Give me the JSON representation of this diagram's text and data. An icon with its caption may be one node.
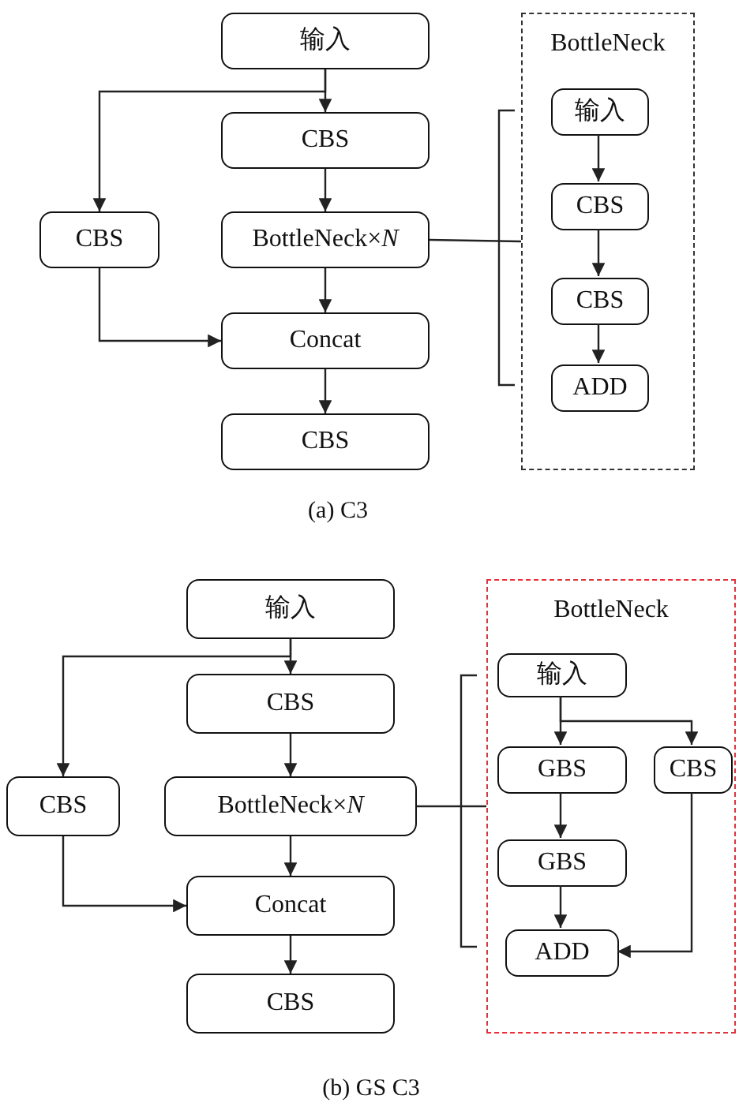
{
  "diagram": {
    "nodes": [
      {
        "text": [
          "输入"
        ]
      },
      {
        "text": [
          "CBS"
        ]
      },
      {
        "text": [
          "CBS"
        ]
      },
      {
        "text": [
          "BottleNeck×*N*"
        ]
      },
      {
        "text": [
          "Concat"
        ]
      },
      {
        "text": [
          "CBS"
        ]
      },
      {
        "text": [
          "BottleNeck"
        ]
      },
      {
        "text": [
          "输入"
        ],
        "in": 6
      },
      {
        "text": [
          "CBS"
        ],
        "in": 6
      },
      {
        "text": [
          "CBS"
        ],
        "in": 6
      },
      {
        "text": [
          "ADD"
        ],
        "in": 6
      },
      {
        "text": [
          "输入"
        ]
      },
      {
        "text": [
          "CBS"
        ]
      },
      {
        "text": [
          "CBS"
        ]
      },
      {
        "text": [
          "BottleNeck×*N*"
        ]
      },
      {
        "text": [
          "Concat"
        ]
      },
      {
        "text": [
          "CBS"
        ]
      },
      {
        "text": [
          "BottleNeck"
        ]
      },
      {
        "text": [
          "输入"
        ],
        "in": 17
      },
      {
        "text": [
          "GBS"
        ],
        "in": 17
      },
      {
        "text": [
          "CBS"
        ],
        "in": 17
      },
      {
        "text": [
          "GBS"
        ],
        "in": 17
      },
      {
        "text": [
          "ADD"
        ],
        "in": 17
      }
    ],
    "edges": [
      {
        "from": 0,
        "to": 1,
        "arrow": "to"
      },
      {
        "from": 0,
        "to": 2,
        "arrow": "to"
      },
      {
        "from": 1,
        "to": 3,
        "arrow": "to"
      },
      {
        "from": 2,
        "to": 4,
        "arrow": "to"
      },
      {
        "from": 3,
        "to": 4,
        "arrow": "to"
      },
      {
        "from": 4,
        "to": 5,
        "arrow": "to"
      },
      {
        "from": 3,
        "to": 6,
        "arrow": "none"
      },
      {
        "from": 7,
        "to": 8,
        "arrow": "to"
      },
      {
        "from": 8,
        "to": 9,
        "arrow": "to"
      },
      {
        "from": 9,
        "to": 10,
        "arrow": "to"
      },
      {
        "from": 11,
        "to": 12,
        "arrow": "to"
      },
      {
        "from": 11,
        "to": 13,
        "arrow": "to"
      },
      {
        "from": 12,
        "to": 14,
        "arrow": "to"
      },
      {
        "from": 13,
        "to": 15,
        "arrow": "to"
      },
      {
        "from": 14,
        "to": 15,
        "arrow": "to"
      },
      {
        "from": 15,
        "to": 16,
        "arrow": "to"
      },
      {
        "from": 14,
        "to": 17,
        "arrow": "none"
      },
      {
        "from": 18,
        "to": 19,
        "arrow": "to"
      },
      {
        "from": 18,
        "to": 20,
        "arrow": "to"
      },
      {
        "from": 19,
        "to": 21,
        "arrow": "to"
      },
      {
        "from": 21,
        "to": 22,
        "arrow": "to"
      },
      {
        "from": 20,
        "to": 22,
        "arrow": "to"
      }
    ],
    "labels": [
      "(a) C3",
      "(b) GS C3"
    ]
  }
}
